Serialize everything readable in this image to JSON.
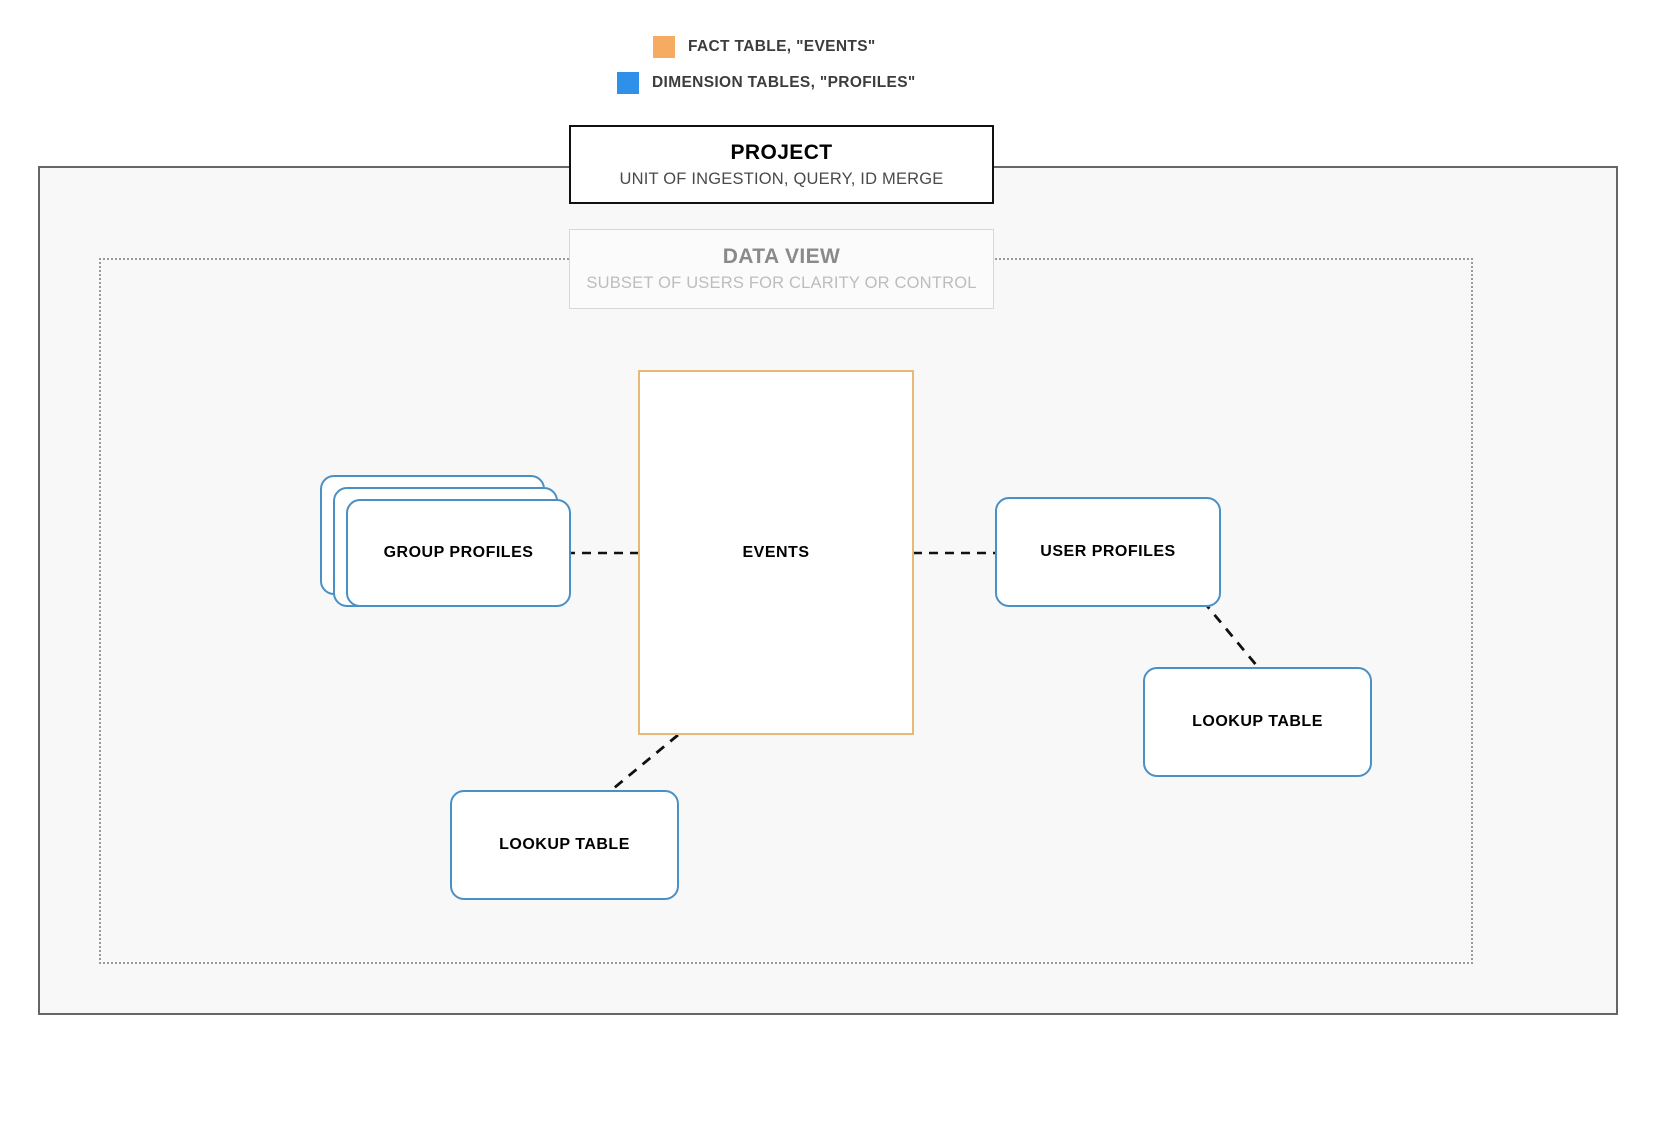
{
  "legend": {
    "items": [
      {
        "label": "FACT TABLE, \"EVENTS\"",
        "color": "#f5ab62",
        "icon": "orange-square-swatch"
      },
      {
        "label": "DIMENSION TABLES, \"PROFILES\"",
        "color": "#2e90e8",
        "icon": "blue-square-swatch"
      }
    ]
  },
  "containers": {
    "project": {
      "title": "PROJECT",
      "subtitle": "UNIT OF INGESTION, QUERY, ID MERGE",
      "border_color": "#111111"
    },
    "data_view": {
      "title": "DATA VIEW",
      "subtitle": "SUBSET OF USERS FOR CLARITY OR CONTROL",
      "border_color": "#d8d8d8"
    }
  },
  "nodes": {
    "group_profiles": {
      "label": "GROUP PROFILES",
      "type": "dimension",
      "color": "#4a90c4",
      "stacked": true
    },
    "events": {
      "label": "EVENTS",
      "type": "fact",
      "color": "#e8b878"
    },
    "user_profiles": {
      "label": "USER PROFILES",
      "type": "dimension",
      "color": "#4a90c4"
    },
    "lookup_table_left": {
      "label": "LOOKUP TABLE",
      "type": "dimension",
      "color": "#4a90c4"
    },
    "lookup_table_right": {
      "label": "LOOKUP TABLE",
      "type": "dimension",
      "color": "#4a90c4"
    }
  },
  "connections": [
    {
      "from": "group_profiles",
      "to": "events",
      "style": "dashed"
    },
    {
      "from": "events",
      "to": "user_profiles",
      "style": "dashed"
    },
    {
      "from": "events",
      "to": "lookup_table_left",
      "style": "dashed"
    },
    {
      "from": "user_profiles",
      "to": "lookup_table_right",
      "style": "dashed"
    }
  ]
}
